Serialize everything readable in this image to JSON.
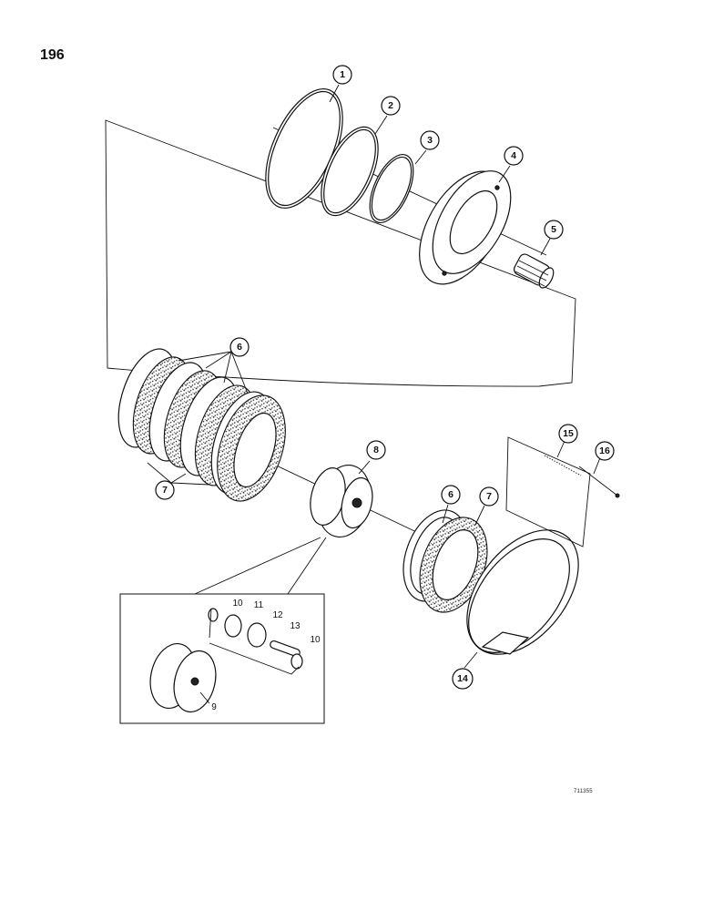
{
  "page_number": "196",
  "figure_code": "711355",
  "callouts": [
    {
      "id": "c1",
      "label": "1"
    },
    {
      "id": "c2",
      "label": "2"
    },
    {
      "id": "c3",
      "label": "3"
    },
    {
      "id": "c4",
      "label": "4"
    },
    {
      "id": "c5",
      "label": "5"
    },
    {
      "id": "c6a",
      "label": "6"
    },
    {
      "id": "c7a",
      "label": "7"
    },
    {
      "id": "c8",
      "label": "8"
    },
    {
      "id": "c6b",
      "label": "6"
    },
    {
      "id": "c7b",
      "label": "7"
    },
    {
      "id": "c9",
      "label": "9"
    },
    {
      "id": "c10a",
      "label": "10"
    },
    {
      "id": "c11",
      "label": "11"
    },
    {
      "id": "c12",
      "label": "12"
    },
    {
      "id": "c13",
      "label": "13"
    },
    {
      "id": "c10b",
      "label": "10"
    },
    {
      "id": "c14",
      "label": "14"
    },
    {
      "id": "c15",
      "label": "15"
    },
    {
      "id": "c16",
      "label": "16"
    }
  ]
}
